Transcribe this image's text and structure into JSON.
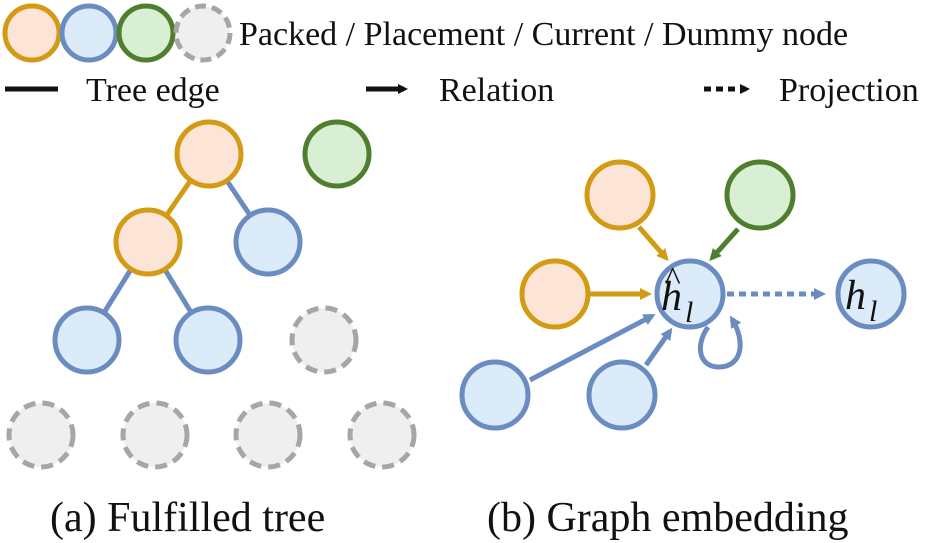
{
  "legend": {
    "node_types_label": "Packed / Placement / Current / Dummy node",
    "tree_edge_label": "Tree edge",
    "relation_label": "Relation",
    "projection_label": "Projection"
  },
  "captions": {
    "left": "(a) Fulfilled tree",
    "right": "(b) Graph embedding"
  },
  "math": {
    "center_var": "h",
    "center_sub": "l",
    "center_hat": "^",
    "target_var": "h",
    "target_sub": "l"
  },
  "colors": {
    "packed_fill": "#fce4d6",
    "packed_stroke": "#d39b13",
    "placement_fill": "#dcebf9",
    "placement_stroke": "#6b8cc0",
    "current_fill": "#d8efd4",
    "current_stroke": "#4f7f2e",
    "dummy_fill": "#efefef",
    "dummy_stroke": "#a6a6a6",
    "text": "#111111"
  }
}
